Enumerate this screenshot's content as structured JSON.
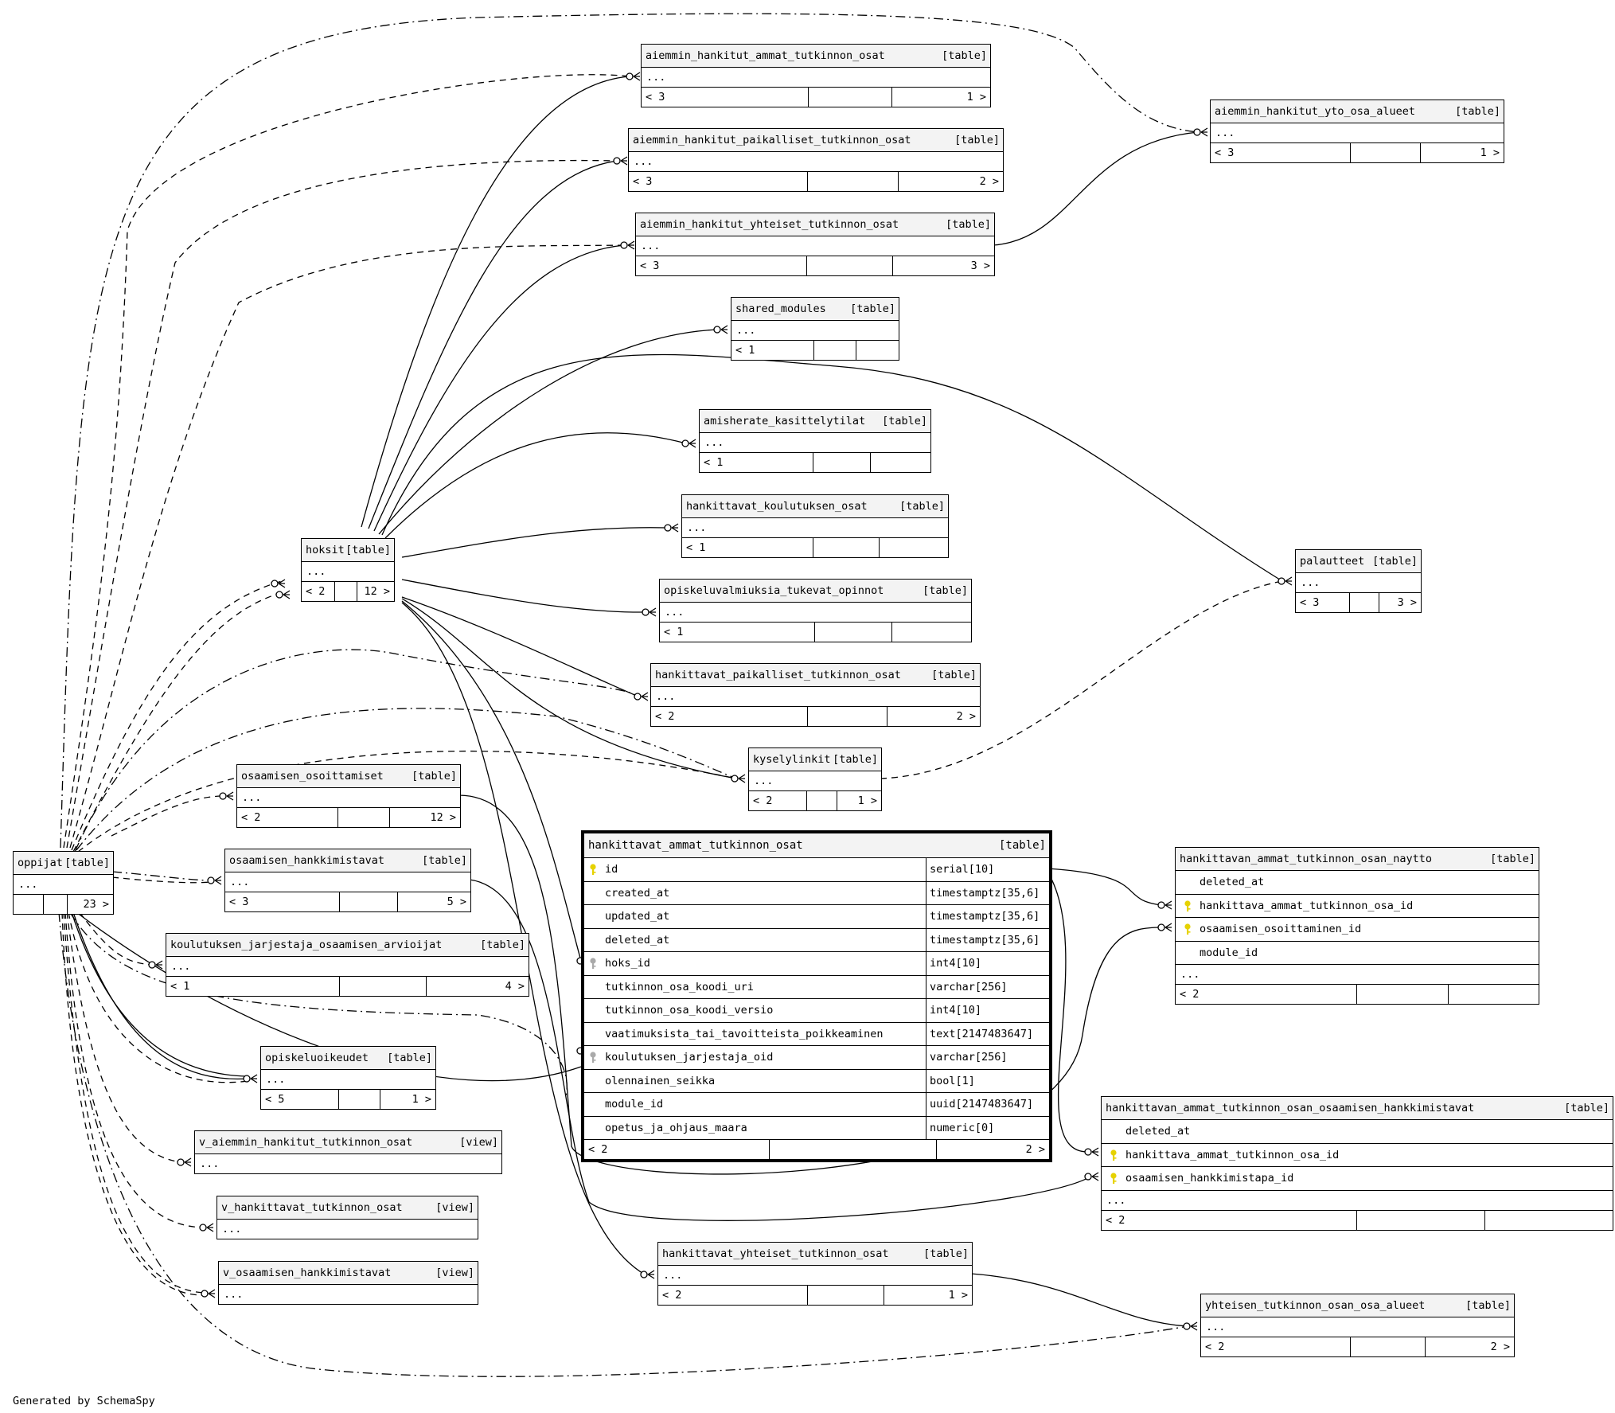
{
  "diagram": {
    "footer_text": "Generated by SchemaSpy",
    "colors": {
      "line": "#000000",
      "header_bg": "#f3f3f3",
      "primary_key": "#e6d200",
      "foreign_key": "#aaaaaa"
    },
    "tables": {
      "oppijat": {
        "name": "oppijat",
        "kind": "[table]",
        "body": "...",
        "footer": [
          "",
          "",
          "23 >"
        ]
      },
      "hoksit": {
        "name": "hoksit",
        "kind": "[table]",
        "body": "...",
        "footer": [
          "< 2",
          "",
          "12 >"
        ]
      },
      "aht_ammat": {
        "name": "aiemmin_hankitut_ammat_tutkinnon_osat",
        "kind": "[table]",
        "body": "...",
        "footer": [
          "< 3",
          "",
          "1 >"
        ]
      },
      "aht_paikalliset": {
        "name": "aiemmin_hankitut_paikalliset_tutkinnon_osat",
        "kind": "[table]",
        "body": "...",
        "footer": [
          "< 3",
          "",
          "2 >"
        ]
      },
      "aht_yhteiset": {
        "name": "aiemmin_hankitut_yhteiset_tutkinnon_osat",
        "kind": "[table]",
        "body": "...",
        "footer": [
          "< 3",
          "",
          "3 >"
        ]
      },
      "aht_yto": {
        "name": "aiemmin_hankitut_yto_osa_alueet",
        "kind": "[table]",
        "body": "...",
        "footer": [
          "< 3",
          "",
          "1 >"
        ]
      },
      "shared_modules": {
        "name": "shared_modules",
        "kind": "[table]",
        "body": "...",
        "footer": [
          "< 1",
          "",
          ""
        ]
      },
      "amisherate": {
        "name": "amisherate_kasittelytilat",
        "kind": "[table]",
        "body": "...",
        "footer": [
          "< 1",
          "",
          ""
        ]
      },
      "koulutuksen_osat": {
        "name": "hankittavat_koulutuksen_osat",
        "kind": "[table]",
        "body": "...",
        "footer": [
          "< 1",
          "",
          ""
        ]
      },
      "opiskeluvalmiuksia": {
        "name": "opiskeluvalmiuksia_tukevat_opinnot",
        "kind": "[table]",
        "body": "...",
        "footer": [
          "< 1",
          "",
          ""
        ]
      },
      "hpt_osat": {
        "name": "hankittavat_paikalliset_tutkinnon_osat",
        "kind": "[table]",
        "body": "...",
        "footer": [
          "< 2",
          "",
          "2 >"
        ]
      },
      "kyselylinkit": {
        "name": "kyselylinkit",
        "kind": "[table]",
        "body": "...",
        "footer": [
          "< 2",
          "",
          "1 >"
        ]
      },
      "palautteet": {
        "name": "palautteet",
        "kind": "[table]",
        "body": "...",
        "footer": [
          "< 3",
          "",
          "3 >"
        ]
      },
      "osoittamiset": {
        "name": "osaamisen_osoittamiset",
        "kind": "[table]",
        "body": "...",
        "footer": [
          "< 2",
          "",
          "12 >"
        ]
      },
      "hankkimistavat": {
        "name": "osaamisen_hankkimistavat",
        "kind": "[table]",
        "body": "...",
        "footer": [
          "< 3",
          "",
          "5 >"
        ]
      },
      "arvioijat": {
        "name": "koulutuksen_jarjestaja_osaamisen_arvioijat",
        "kind": "[table]",
        "body": "...",
        "footer": [
          "< 1",
          "",
          "4 >"
        ]
      },
      "opiskeluoikeudet": {
        "name": "opiskeluoikeudet",
        "kind": "[table]",
        "body": "...",
        "footer": [
          "< 5",
          "",
          "1 >"
        ]
      },
      "v_aht": {
        "name": "v_aiemmin_hankitut_tutkinnon_osat",
        "kind": "[view]",
        "body": "..."
      },
      "v_ht": {
        "name": "v_hankittavat_tutkinnon_osat",
        "kind": "[view]",
        "body": "..."
      },
      "v_oh": {
        "name": "v_osaamisen_hankkimistavat",
        "kind": "[view]",
        "body": "..."
      },
      "hyt_osat": {
        "name": "hankittavat_yhteiset_tutkinnon_osat",
        "kind": "[table]",
        "body": "...",
        "footer": [
          "< 2",
          "",
          "1 >"
        ]
      },
      "yto_osa_alueet": {
        "name": "yhteisen_tutkinnon_osan_osa_alueet",
        "kind": "[table]",
        "body": "...",
        "footer": [
          "< 2",
          "",
          "2 >"
        ]
      },
      "naytto": {
        "name": "hankittavan_ammat_tutkinnon_osan_naytto",
        "kind": "[table]",
        "columns": [
          {
            "name": "deleted_at",
            "key": ""
          },
          {
            "name": "hankittava_ammat_tutkinnon_osa_id",
            "key": "pk"
          },
          {
            "name": "osaamisen_osoittaminen_id",
            "key": "pk"
          },
          {
            "name": "module_id",
            "key": ""
          }
        ],
        "body": "...",
        "footer": [
          "< 2",
          "",
          ""
        ]
      },
      "hankkimistavat_join": {
        "name": "hankittavan_ammat_tutkinnon_osan_osaamisen_hankkimistavat",
        "kind": "[table]",
        "columns": [
          {
            "name": "deleted_at",
            "key": ""
          },
          {
            "name": "hankittava_ammat_tutkinnon_osa_id",
            "key": "pk"
          },
          {
            "name": "osaamisen_hankkimistapa_id",
            "key": "pk"
          }
        ],
        "body": "...",
        "footer": [
          "< 2",
          "",
          ""
        ]
      },
      "focus": {
        "name": "hankittavat_ammat_tutkinnon_osat",
        "kind": "[table]",
        "columns": [
          {
            "name": "id",
            "type": "serial[10]",
            "key": "pk"
          },
          {
            "name": "created_at",
            "type": "timestamptz[35,6]",
            "key": ""
          },
          {
            "name": "updated_at",
            "type": "timestamptz[35,6]",
            "key": ""
          },
          {
            "name": "deleted_at",
            "type": "timestamptz[35,6]",
            "key": ""
          },
          {
            "name": "hoks_id",
            "type": "int4[10]",
            "key": "fk"
          },
          {
            "name": "tutkinnon_osa_koodi_uri",
            "type": "varchar[256]",
            "key": ""
          },
          {
            "name": "tutkinnon_osa_koodi_versio",
            "type": "int4[10]",
            "key": ""
          },
          {
            "name": "vaatimuksista_tai_tavoitteista_poikkeaminen",
            "type": "text[2147483647]",
            "key": ""
          },
          {
            "name": "koulutuksen_jarjestaja_oid",
            "type": "varchar[256]",
            "key": "fk"
          },
          {
            "name": "olennainen_seikka",
            "type": "bool[1]",
            "key": ""
          },
          {
            "name": "module_id",
            "type": "uuid[2147483647]",
            "key": ""
          },
          {
            "name": "opetus_ja_ohjaus_maara",
            "type": "numeric[0]",
            "key": ""
          }
        ],
        "footer": [
          "< 2",
          "",
          "2 >"
        ]
      }
    }
  }
}
